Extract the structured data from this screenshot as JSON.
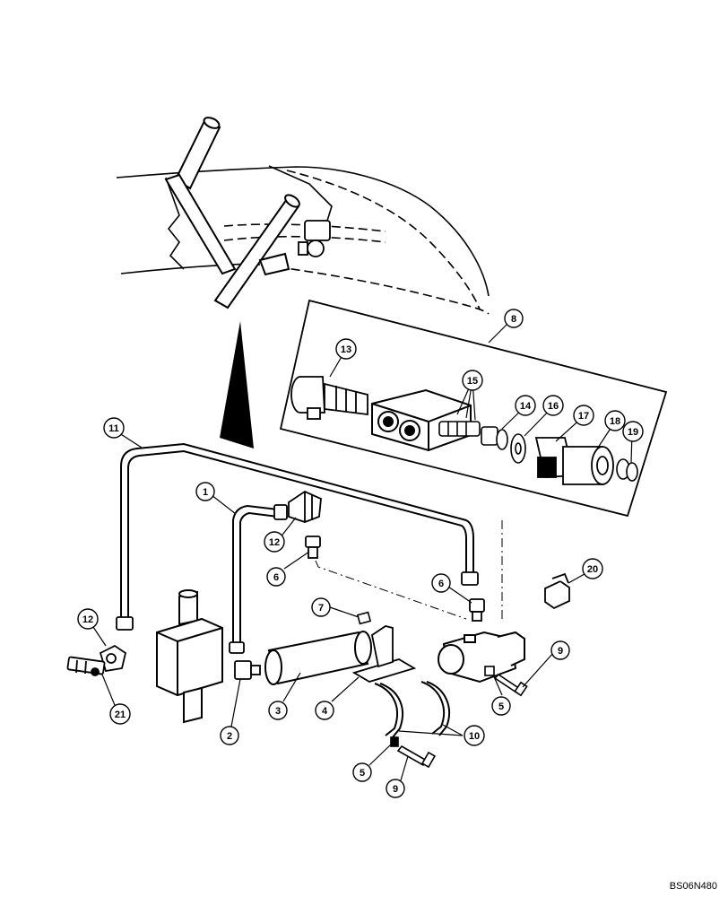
{
  "figure_code": "BS06N480",
  "callouts": {
    "c1": "1",
    "c2": "2",
    "c3": "3",
    "c4": "4",
    "c5a": "5",
    "c5b": "5",
    "c6a": "6",
    "c6b": "6",
    "c7": "7",
    "c8": "8",
    "c9a": "9",
    "c9b": "9",
    "c10": "10",
    "c11": "11",
    "c12a": "12",
    "c12b": "12",
    "c13": "13",
    "c14": "14",
    "c15": "15",
    "c16": "16",
    "c17": "17",
    "c18": "18",
    "c19": "19",
    "c20": "20",
    "c21": "21"
  }
}
